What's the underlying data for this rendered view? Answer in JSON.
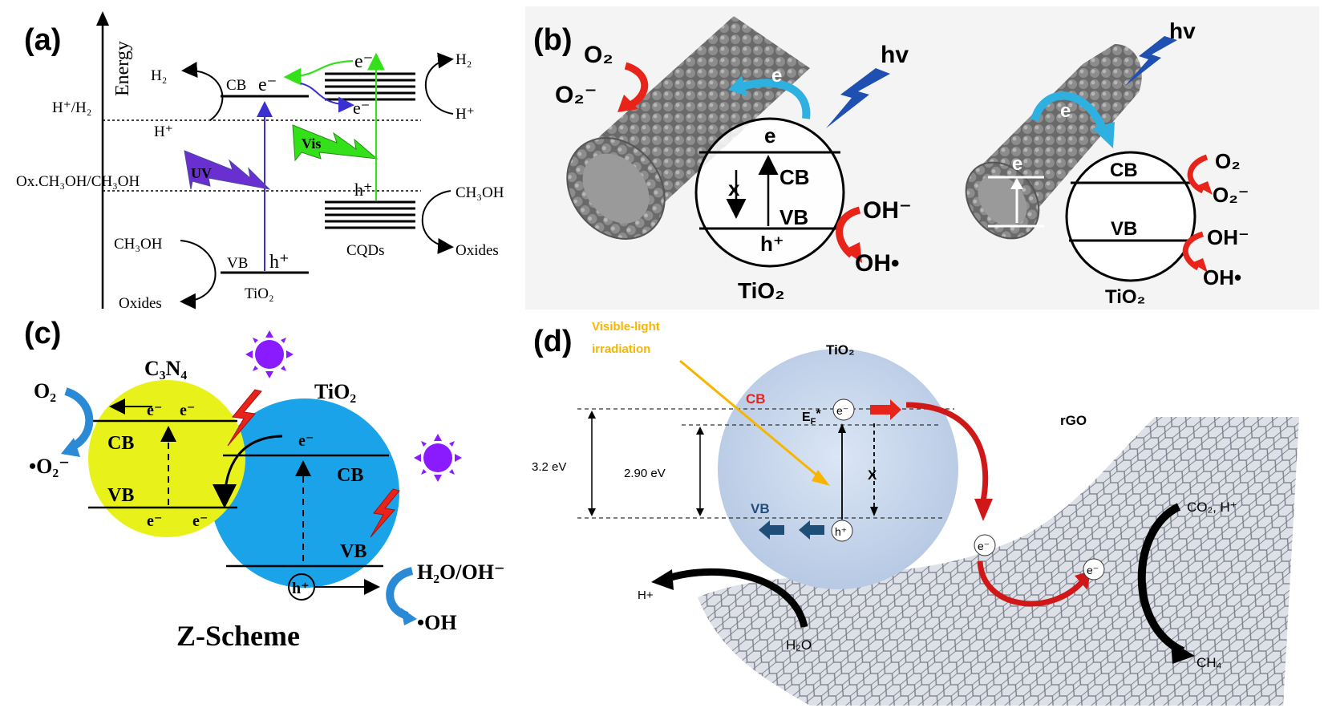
{
  "panels": {
    "a": {
      "label": "(a)",
      "axis": "Energy",
      "ref1": "H⁺/H₂",
      "ref2": "Ox.CH₃OH/CH₃OH",
      "h2_left": "H₂",
      "hplus_left": "H⁺",
      "cb": "CB",
      "e_cb": "e⁻",
      "e_top": "e⁻",
      "e_mid": "e⁻",
      "vb": "VB",
      "h_vb": "h⁺",
      "tio2": "TiO₂",
      "ch3oh_left": "CH₃OH",
      "oxides_left": "Oxides",
      "uv": "UV",
      "vis": "Vis",
      "hplus_cqd": "h⁺",
      "cqds": "CQDs",
      "h2_right": "H₂",
      "hplus_right": "H⁺",
      "ch3oh_right": "CH₃OH",
      "oxides_right": "Oxides"
    },
    "b": {
      "label": "(b)",
      "hv_left": "hv",
      "o2_left": "O₂",
      "o2m_left": "O₂⁻",
      "e_arc": "e",
      "e_circle": "e",
      "cb": "CB",
      "x": "x",
      "vb": "VB",
      "h": "h⁺",
      "oh_minus": "OH⁻",
      "oh_rad": "OH•",
      "tio2_left": "TiO₂",
      "hv_right": "hv",
      "e_right_arc": "e",
      "e_right_tube": "e",
      "cb_right": "CB",
      "vb_right": "VB",
      "o2_right": "O₂",
      "o2m_right": "O₂⁻",
      "oh_minus_right": "OH⁻",
      "oh_rad_right": "OH•",
      "tio2_right": "TiO₂"
    },
    "c": {
      "label": "(c)",
      "c3n4": "C₃N₄",
      "tio2": "TiO₂",
      "o2": "O₂",
      "o2rad": "•O₂⁻",
      "e1": "e⁻",
      "e2": "e⁻",
      "cb1": "CB",
      "vb1": "VB",
      "e3": "e⁻",
      "e4": "e⁻",
      "e5": "e⁻",
      "cb2": "CB",
      "vb2": "VB",
      "h": "h⁺",
      "h2o": "H₂O/OH⁻",
      "oh": "•OH",
      "scheme": "Z-Scheme"
    },
    "d": {
      "label": "(d)",
      "vis1": "Visible-light",
      "vis2": "irradiation",
      "tio2": "TiO₂",
      "cb": "CB",
      "ef": "E",
      "ef_sub": "F",
      "ef_sup": "*",
      "e_top": "e⁻",
      "rgo": "rGO",
      "gap1": "3.2 eV",
      "gap2": "2.90 eV",
      "x": "X",
      "vb": "VB",
      "h": "h⁺",
      "e_r1": "e⁻",
      "e_r2": "e⁻",
      "hplus": "H+",
      "h2o": "H₂O",
      "co2": "CO₂, H⁺",
      "ch4": "CH₄"
    }
  },
  "colors": {
    "uv": "#6a2fd0",
    "vis": "#33e01a",
    "c3n4": "#e8f21a",
    "tio2c": "#1aa3e8",
    "sun": "#8a1aff",
    "red": "#e8241a",
    "blue_arrow": "#2a8ad6",
    "orange": "#f7b500",
    "navy": "#1f4e79"
  }
}
